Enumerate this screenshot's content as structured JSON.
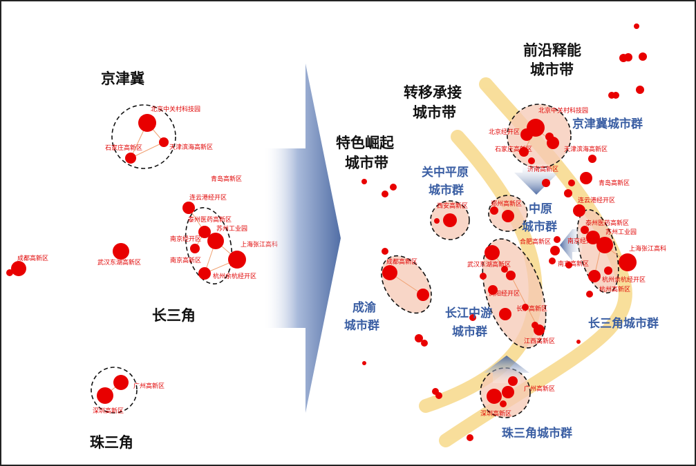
{
  "left_panel": {
    "regions": [
      {
        "id": "jjj",
        "title": "京津冀"
      },
      {
        "id": "csj",
        "title": "长三角"
      },
      {
        "id": "zsj",
        "title": "珠三角"
      }
    ],
    "nodes": [
      {
        "label": "北京中关村科技园"
      },
      {
        "label": "石家庄高新区"
      },
      {
        "label": "天津滨海高新区"
      },
      {
        "label": "青岛高新区"
      },
      {
        "label": "连云港经开区"
      },
      {
        "label": "泰州医药高新区"
      },
      {
        "label": "苏州工业园"
      },
      {
        "label": "南京经开区"
      },
      {
        "label": "南京高新区"
      },
      {
        "label": "上海张江高科"
      },
      {
        "label": "杭州余杭经开区"
      },
      {
        "label": "成都高新区"
      },
      {
        "label": "武汉东湖高新区"
      },
      {
        "label": "广州高新区"
      },
      {
        "label": "深圳高新区"
      }
    ]
  },
  "right_panel": {
    "belts": [
      {
        "id": "frontier",
        "label_line1": "前沿释能",
        "label_line2": "城市带"
      },
      {
        "id": "transfer",
        "label_line1": "转移承接",
        "label_line2": "城市带"
      },
      {
        "id": "feature",
        "label_line1": "特色崛起",
        "label_line2": "城市带"
      }
    ],
    "clusters": [
      {
        "id": "jjj",
        "line1": "京津冀城市群",
        "line2": ""
      },
      {
        "id": "gzpy",
        "line1": "关中平原",
        "line2": "城市群"
      },
      {
        "id": "zy",
        "line1": "中原",
        "line2": "城市群"
      },
      {
        "id": "cy",
        "line1": "成渝",
        "line2": "城市群"
      },
      {
        "id": "cjzy",
        "line1": "长江中游",
        "line2": "城市群"
      },
      {
        "id": "csj",
        "line1": "长三角城市群",
        "line2": ""
      },
      {
        "id": "zsj",
        "line1": "珠三角城市群",
        "line2": ""
      }
    ],
    "nodes": [
      {
        "label": "北京中关村科技园"
      },
      {
        "label": "北京经开区"
      },
      {
        "label": "石家庄高新区"
      },
      {
        "label": "天津滨海高新区"
      },
      {
        "label": "济南高新区"
      },
      {
        "label": "青岛高新区"
      },
      {
        "label": "连云港经开区"
      },
      {
        "label": "西安高新区"
      },
      {
        "label": "郑州高新区"
      },
      {
        "label": "泰州医药高新区"
      },
      {
        "label": "苏州工业园"
      },
      {
        "label": "合肥高新区"
      },
      {
        "label": "南京经开区"
      },
      {
        "label": "南京高新区"
      },
      {
        "label": "上海张江高科"
      },
      {
        "label": "杭州余杭经开区"
      },
      {
        "label": "杭州高新区"
      },
      {
        "label": "成都高新区"
      },
      {
        "label": "武汉东湖高新区"
      },
      {
        "label": "浏阳经开区"
      },
      {
        "label": "长沙高新区"
      },
      {
        "label": "江西高新区"
      },
      {
        "label": "广州高新区"
      },
      {
        "label": "深圳高新区"
      }
    ]
  },
  "colors": {
    "node": "#e80000",
    "edge": "#f0a070",
    "belt": "#f7d98a",
    "cluster_fill": "#f6c8b4",
    "cluster_text": "#3a5ea3",
    "arrow": "#3f5f9c"
  }
}
